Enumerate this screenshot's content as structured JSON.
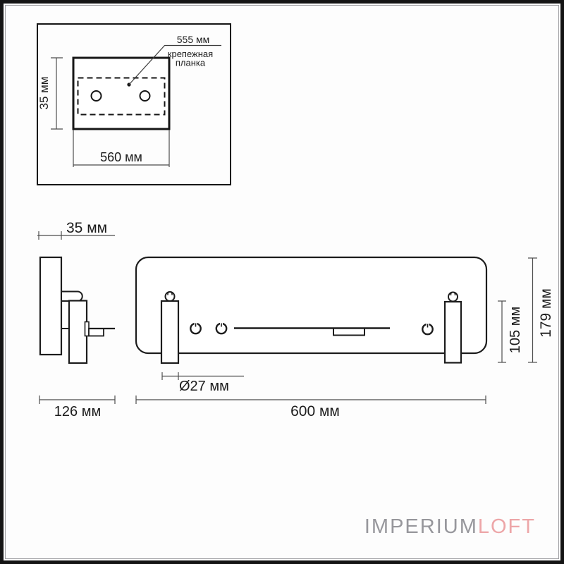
{
  "mount_inset": {
    "leader_value": "555 мм",
    "leader_label_line1": "крепежная",
    "leader_label_line2": "планка",
    "height_label": "35 мм",
    "width_label": "560 мм"
  },
  "side_view": {
    "thickness_label": "35 мм",
    "depth_label": "126 мм"
  },
  "front_view": {
    "diameter_label": "Ø27 мм",
    "width_label": "600 мм",
    "lamp_height_label": "105 мм",
    "total_height_label": "179 мм"
  },
  "brand": {
    "name_primary": "IMPERIUM",
    "name_accent": "LOFT",
    "primary_color": "#97979c",
    "accent_color": "#eda6a8"
  }
}
